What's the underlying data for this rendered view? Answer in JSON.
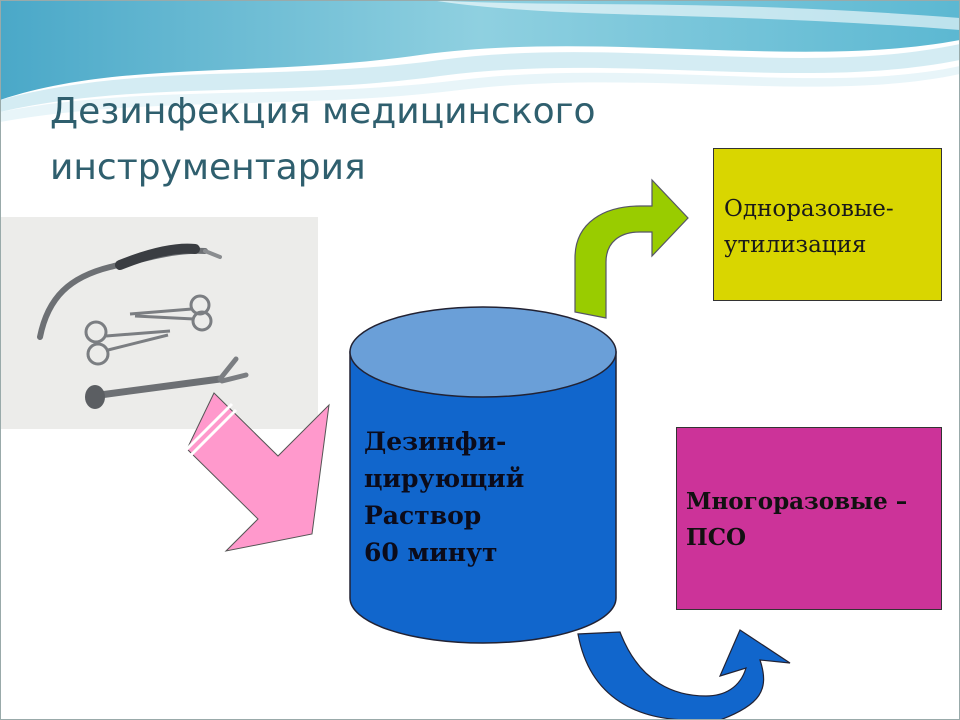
{
  "slide": {
    "title_line1": "Дезинфекция медицинского",
    "title_line2": "инструментария"
  },
  "cylinder": {
    "line1": "Дезинфи-",
    "line2": "цирующий",
    "line3": "Раствор",
    "line4": "60 минут"
  },
  "disposable": {
    "line1": "Одноразовые-",
    "line2": "утилизация"
  },
  "reusable": {
    "line1": "Многоразовые –",
    "line2": "ПСО"
  },
  "colors": {
    "title": "#2f5f6e",
    "cylinder_body": "#1166cc",
    "cylinder_top": "#6a9fd8",
    "disposable_box": "#d9d600",
    "reusable_box": "#cc3399",
    "arrow_pink": "#ff99cc",
    "arrow_green": "#99cc00",
    "arrow_blue": "#1166cc"
  },
  "icons": [
    "instruments-photo",
    "arrow-right-icon",
    "arrow-up-right-icon",
    "arrow-curve-icon"
  ]
}
